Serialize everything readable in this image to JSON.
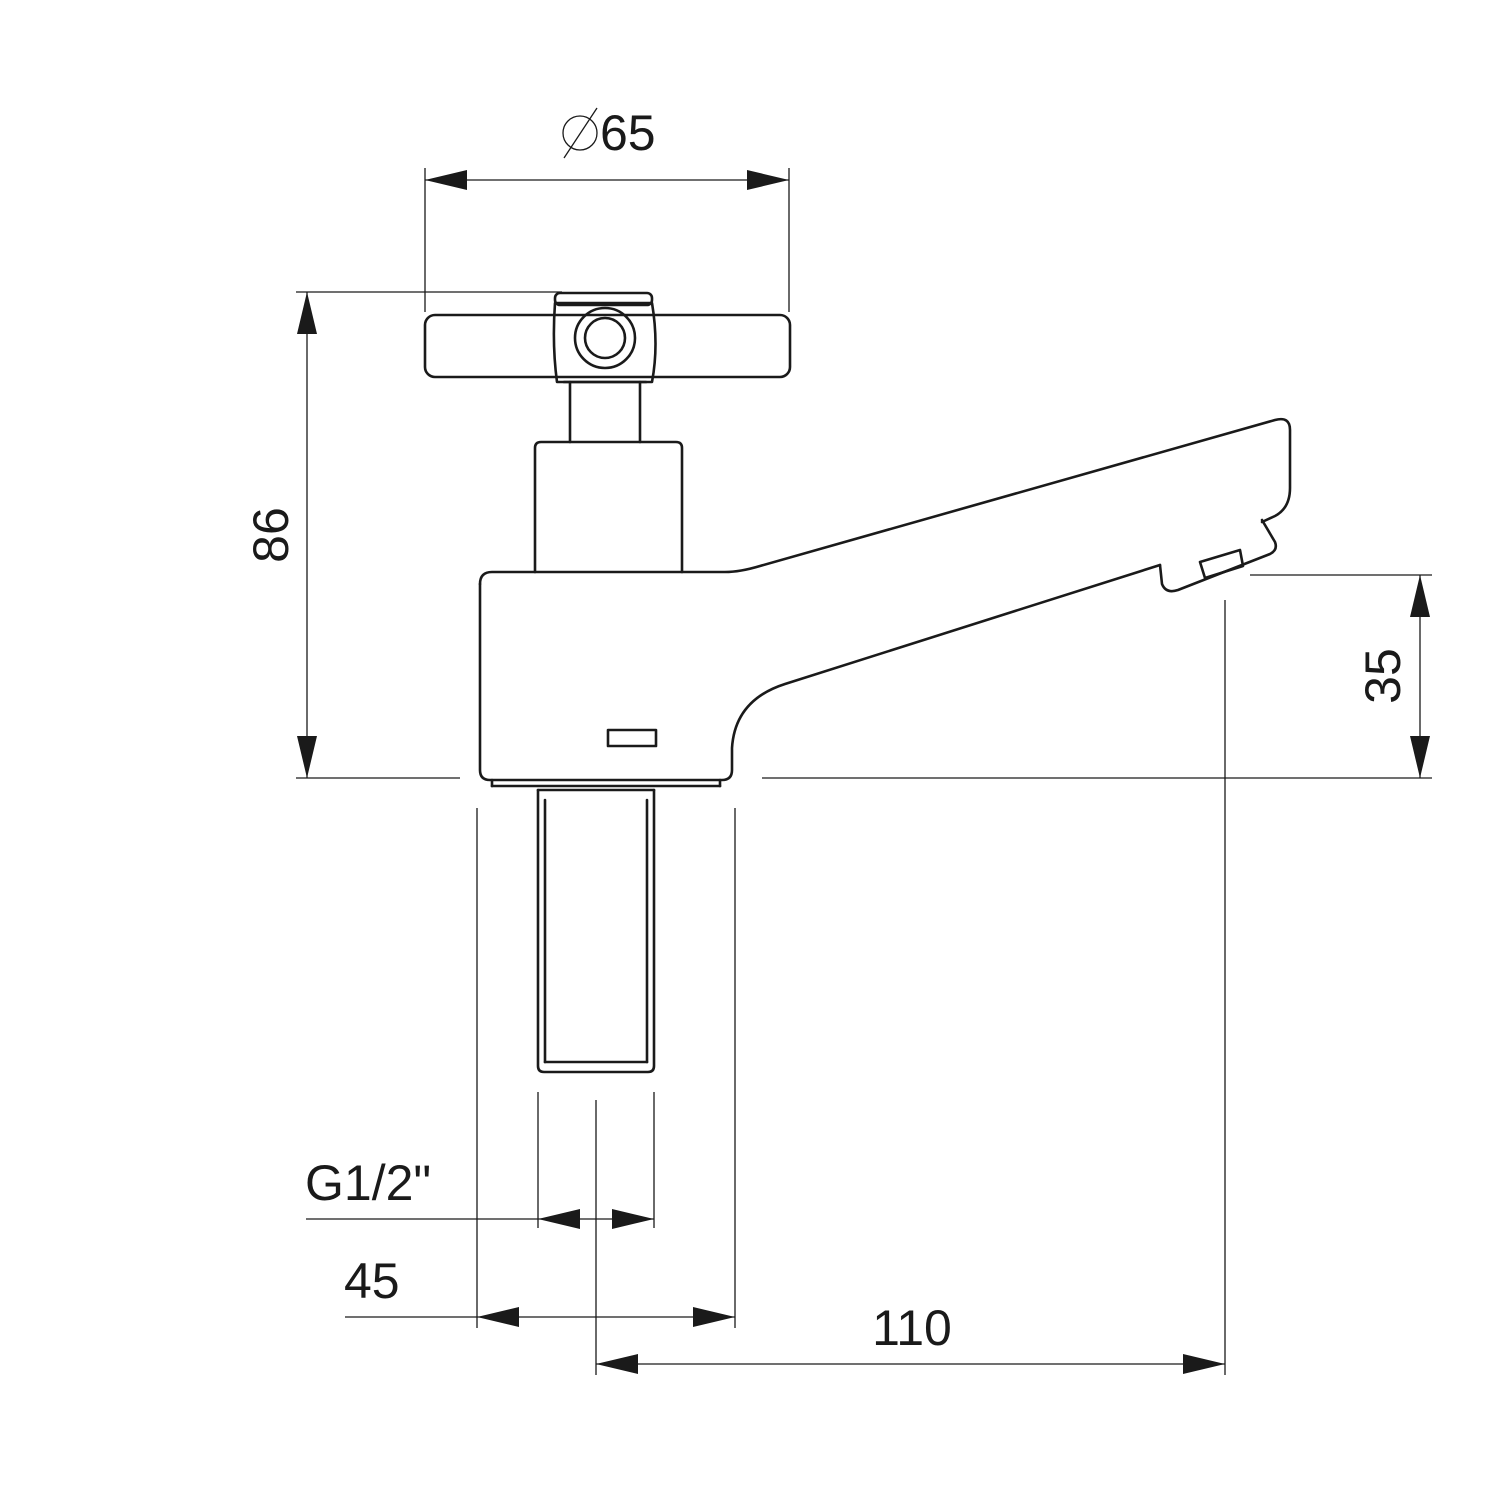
{
  "dimensions": {
    "handle_diameter": "65",
    "total_height": "86",
    "spout_height": "35",
    "thread_size": "G1/2\"",
    "base_width": "45",
    "spout_reach": "110"
  },
  "colors": {
    "line": "#1a1a1a",
    "background": "#ffffff"
  }
}
